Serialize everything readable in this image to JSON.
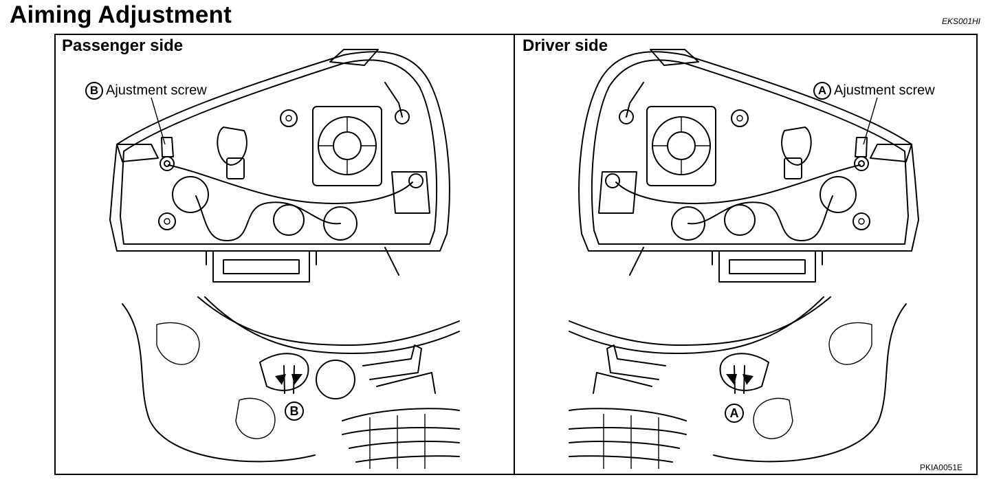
{
  "header": {
    "title": "Aiming Adjustment",
    "doc_code": "EKS001HI"
  },
  "panels": {
    "left": {
      "title": "Passenger side",
      "callout_letter": "B",
      "callout_text": "Ajustment screw",
      "marker_letter": "B"
    },
    "right": {
      "title": "Driver side",
      "callout_letter": "A",
      "callout_text": "Ajustment screw",
      "marker_letter": "A"
    }
  },
  "figure_code": "PKIA0051E"
}
